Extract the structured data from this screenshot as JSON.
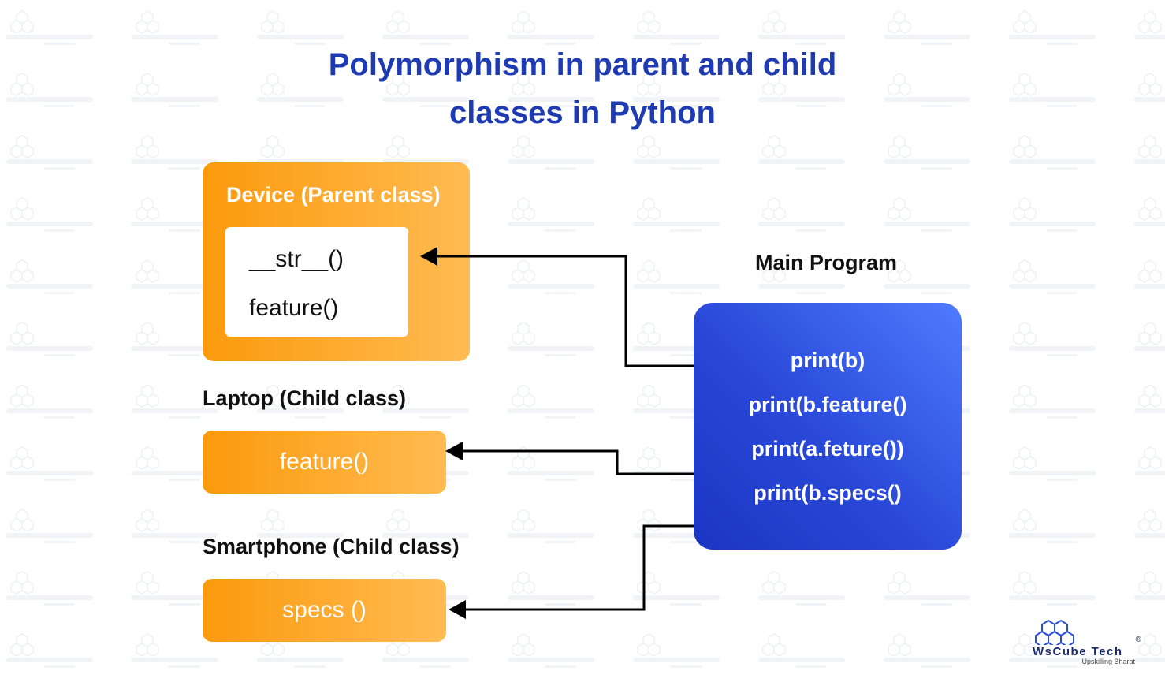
{
  "title": {
    "line1": "Polymorphism in parent and child",
    "line2": "classes in Python"
  },
  "parent": {
    "title": "Device (Parent class)",
    "methods": [
      "__str__()",
      "feature()"
    ]
  },
  "laptop": {
    "label": "Laptop (Child class)",
    "method": "feature()"
  },
  "smartphone": {
    "label": "Smartphone (Child class)",
    "method": "specs ()"
  },
  "main": {
    "label": "Main Program",
    "statements": [
      "print(b)",
      "print(b.feature()",
      "print(a.feture())",
      "print(b.specs()"
    ]
  },
  "logo": {
    "name": "WsCube Tech",
    "tagline": "Upskilling Bharat",
    "registered": "®"
  },
  "colors": {
    "title": "#1f3bb3",
    "orange_start": "#fb9a0c",
    "orange_end": "#ffbb52",
    "blue_start": "#4e7bff",
    "blue_end": "#1b35c4",
    "arrow": "#000000"
  },
  "icons": {
    "logo_mark": "hexagon-cluster-icon",
    "arrow_head": "arrow-left-icon"
  }
}
